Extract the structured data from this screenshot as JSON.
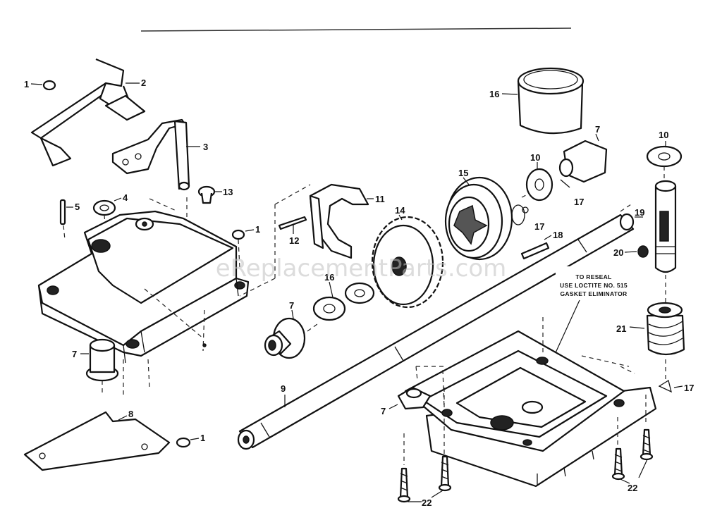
{
  "callouts": [
    {
      "key": "c1a",
      "text": "1"
    },
    {
      "key": "c2",
      "text": "2"
    },
    {
      "key": "c3",
      "text": "3"
    },
    {
      "key": "c4",
      "text": "4"
    },
    {
      "key": "c5",
      "text": "5"
    },
    {
      "key": "c13",
      "text": "13"
    },
    {
      "key": "c1b",
      "text": "1"
    },
    {
      "key": "c7a",
      "text": "7"
    },
    {
      "key": "c8",
      "text": "8"
    },
    {
      "key": "c1c",
      "text": "1"
    },
    {
      "key": "c12",
      "text": "12"
    },
    {
      "key": "c11",
      "text": "11"
    },
    {
      "key": "c7b",
      "text": "7"
    },
    {
      "key": "c16a",
      "text": "16"
    },
    {
      "key": "c14",
      "text": "14"
    },
    {
      "key": "c15",
      "text": "15"
    },
    {
      "key": "c16b",
      "text": "16"
    },
    {
      "key": "c10a",
      "text": "10"
    },
    {
      "key": "c7c",
      "text": "7"
    },
    {
      "key": "c17a",
      "text": "17"
    },
    {
      "key": "c17b",
      "text": "17"
    },
    {
      "key": "c18",
      "text": "18"
    },
    {
      "key": "c19",
      "text": "19"
    },
    {
      "key": "c10b",
      "text": "10"
    },
    {
      "key": "c20",
      "text": "20"
    },
    {
      "key": "c21",
      "text": "21"
    },
    {
      "key": "c17c",
      "text": "17"
    },
    {
      "key": "c9",
      "text": "9"
    },
    {
      "key": "c7d",
      "text": "7"
    },
    {
      "key": "c22a",
      "text": "22"
    },
    {
      "key": "c22b",
      "text": "22"
    }
  ],
  "note": {
    "line1": "TO RESEAL",
    "line2": "USE LOCTITE NO. 515",
    "line3": "GASKET ELIMINATOR"
  },
  "watermark": "eReplacementParts.com"
}
